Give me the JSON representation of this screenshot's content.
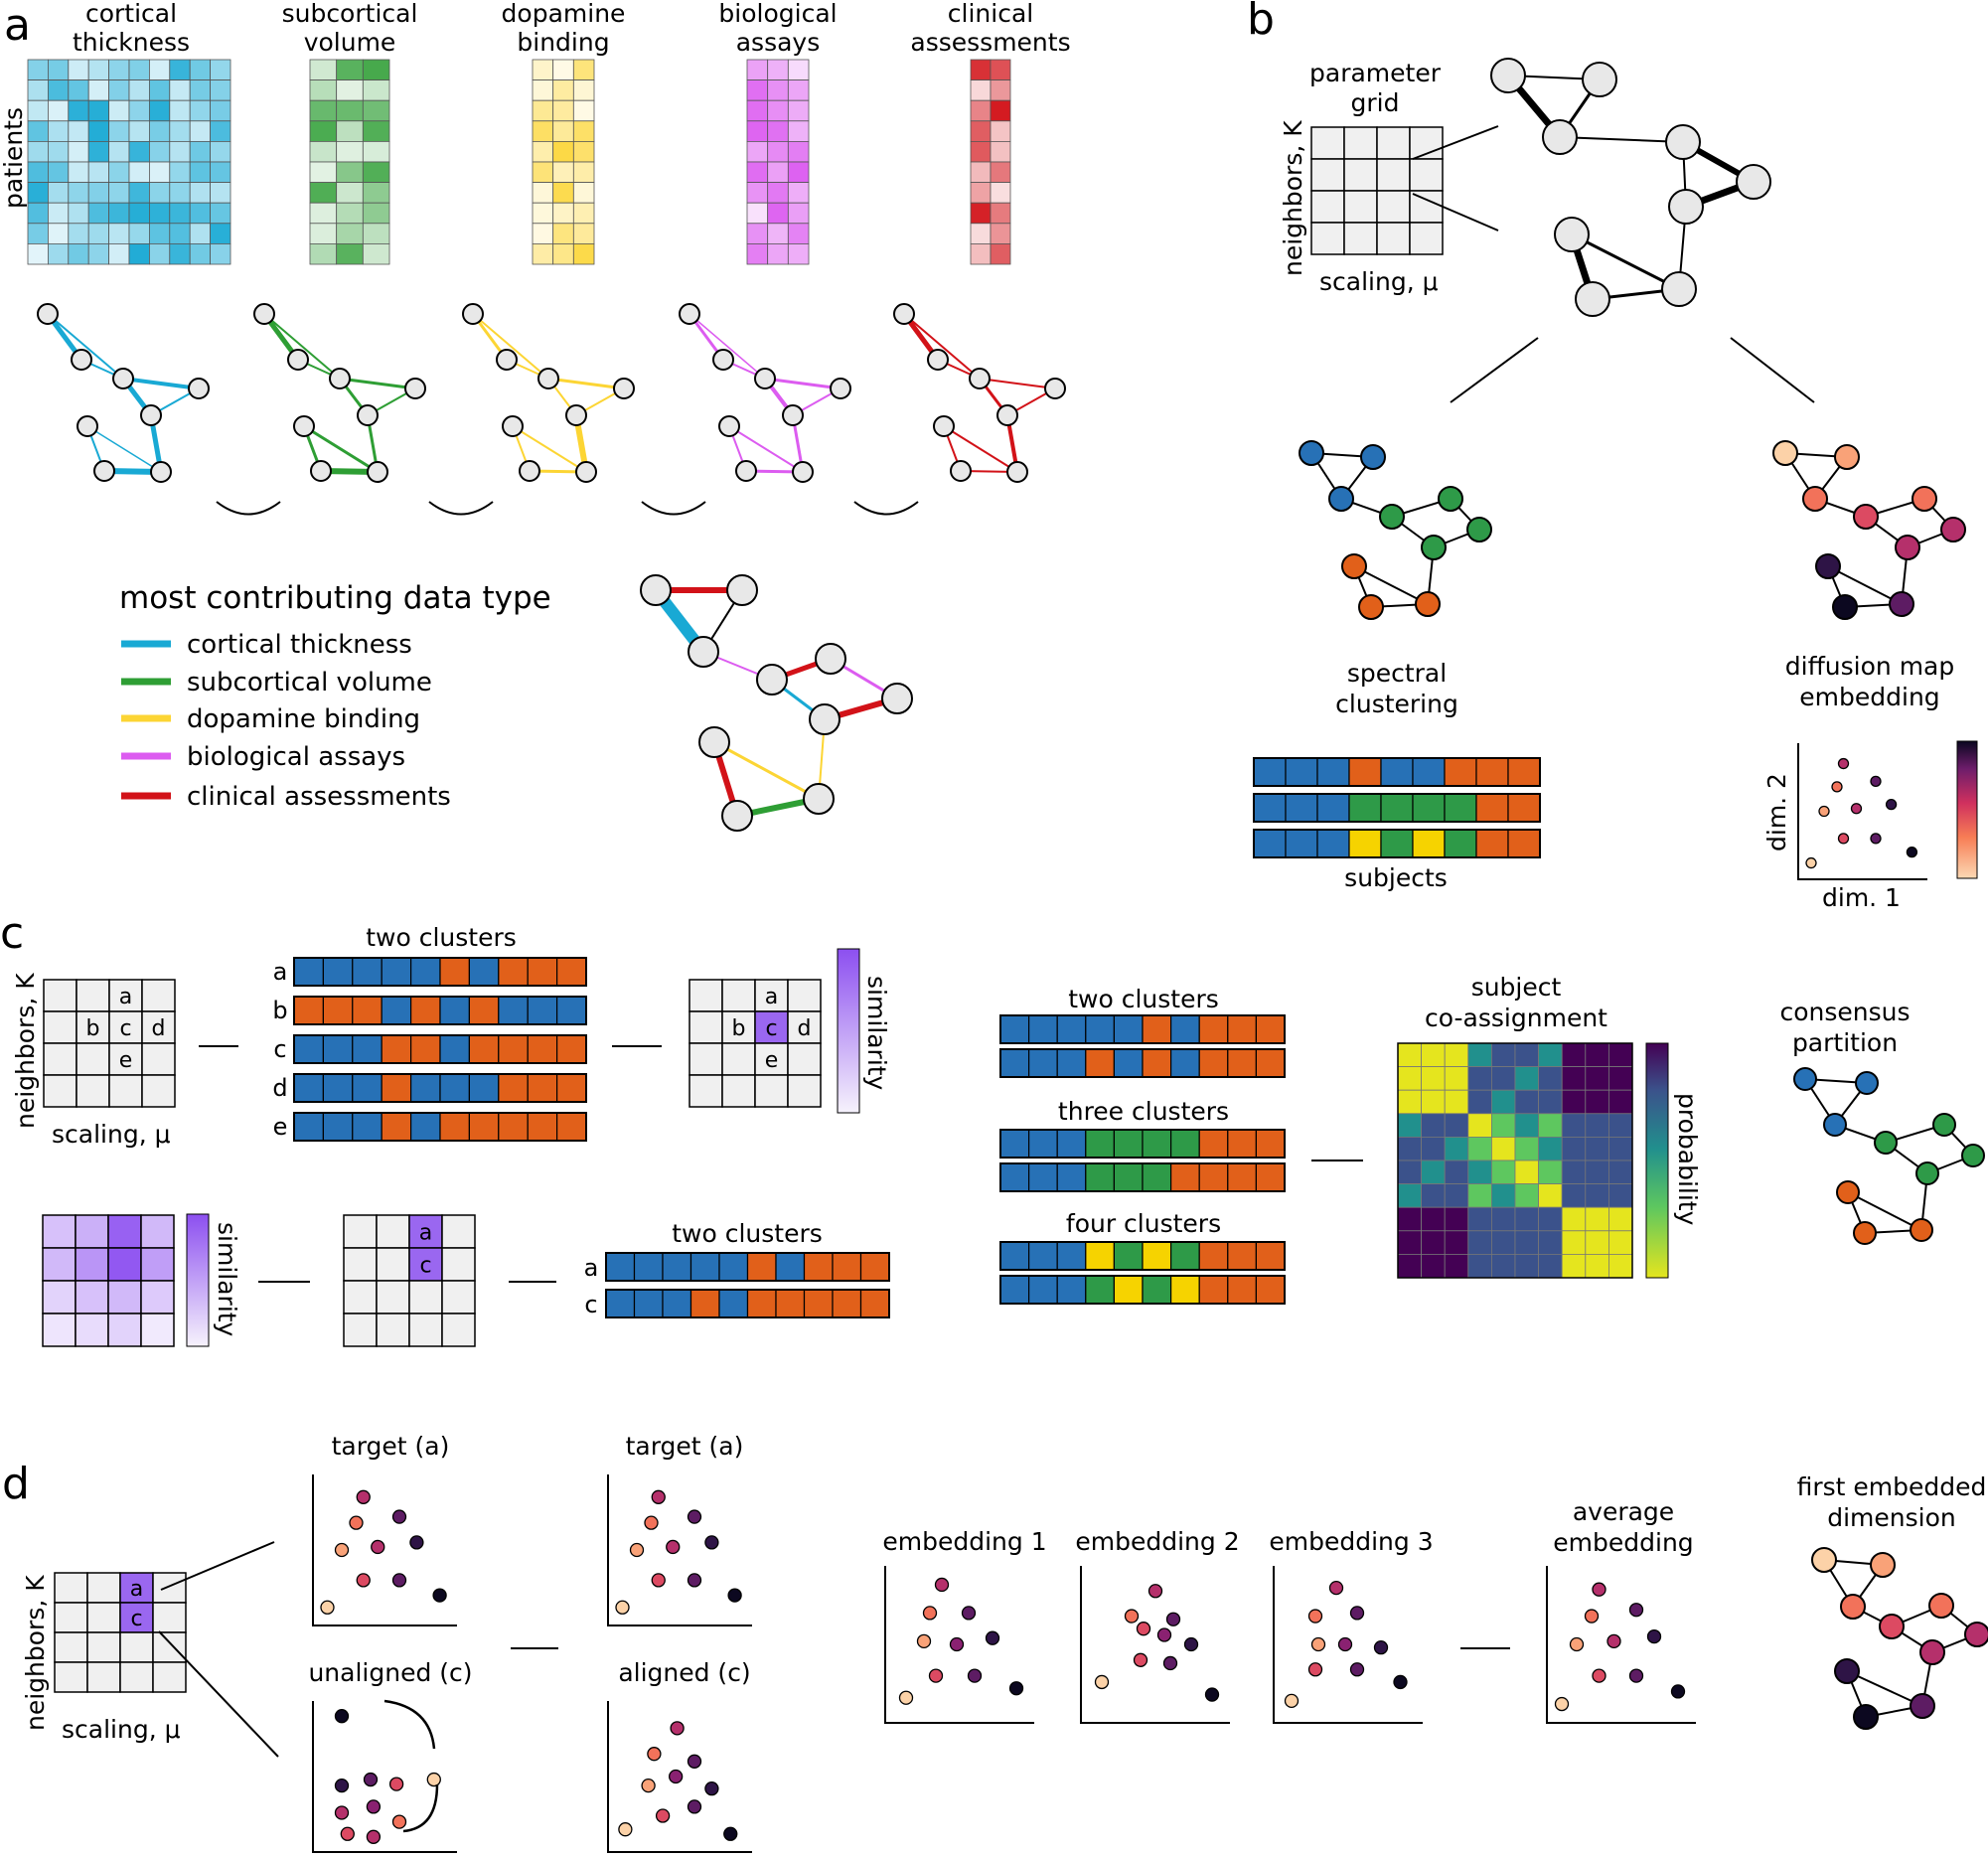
{
  "panels": {
    "a": {
      "letter": "a",
      "row_label": "patients",
      "data_types": [
        {
          "label_lines": [
            "cortical",
            "thickness"
          ],
          "color": "#19a9d4"
        },
        {
          "label_lines": [
            "subcortical",
            "volume"
          ],
          "color": "#2e9e34"
        },
        {
          "label_lines": [
            "dopamine",
            "binding"
          ],
          "color": "#fcd534"
        },
        {
          "label_lines": [
            "biological",
            "assays"
          ],
          "color": "#dc5cf0"
        },
        {
          "label_lines": [
            "clinical",
            "assessments"
          ],
          "color": "#d21218"
        }
      ],
      "legend_title": "most contributing data type",
      "legend_items": [
        {
          "label": "cortical thickness",
          "color": "#19a9d4"
        },
        {
          "label": "subcortical volume",
          "color": "#2e9e34"
        },
        {
          "label": "dopamine binding",
          "color": "#fcd534"
        },
        {
          "label": "biological assays",
          "color": "#dc5cf0"
        },
        {
          "label": "clinical assessments",
          "color": "#d21218"
        }
      ]
    },
    "b": {
      "letter": "b",
      "grid_title": [
        "parameter",
        "grid"
      ],
      "grid_ylabel": "neighbors, K",
      "grid_xlabel": "scaling, μ",
      "spectral_label": [
        "spectral",
        "clustering"
      ],
      "diffusion_label": [
        "diffusion map",
        "embedding"
      ],
      "subjects_label": "subjects",
      "xaxis": "dim. 1",
      "yaxis": "dim. 2"
    },
    "c": {
      "letter": "c",
      "grid_ylabel": "neighbors, K",
      "grid_xlabel": "scaling, μ",
      "cell_letters": [
        "a",
        "b",
        "c",
        "d",
        "e"
      ],
      "two_clusters": "two clusters",
      "three_clusters": "three clusters",
      "four_clusters": "four clusters",
      "similarity": "similarity",
      "coassign_title": [
        "subject",
        "co-assignment"
      ],
      "probability": "probability",
      "consensus": [
        "consensus",
        "partition"
      ]
    },
    "d": {
      "letter": "d",
      "grid_ylabel": "neighbors, K",
      "grid_xlabel": "scaling, μ",
      "target_label": "target (a)",
      "unaligned_label": "unaligned (c)",
      "aligned_label": "aligned (c)",
      "embedding_labels": [
        "embedding 1",
        "embedding 2",
        "embedding 3"
      ],
      "average_label": [
        "average",
        "embedding"
      ],
      "first_dim_label": [
        "first embedded",
        "dimension"
      ]
    }
  },
  "cluster_colors": {
    "blue": "#2771b6",
    "orange": "#e1601a",
    "green": "#2e9a48",
    "yellow": "#f6d300"
  }
}
